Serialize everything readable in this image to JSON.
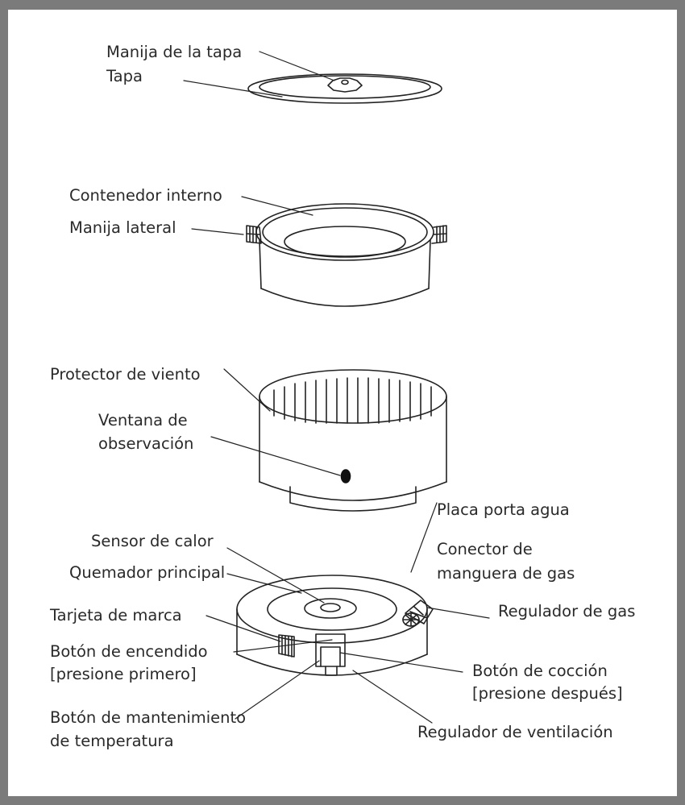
{
  "colors": {
    "frame": "#7b7b7b",
    "background": "#ffffff",
    "ink": "#2a2a2a"
  },
  "labels": {
    "lid_handle": "Manija de la tapa",
    "lid": "Tapa",
    "inner_container": "Contenedor interno",
    "side_handle": "Manija lateral",
    "wind_protector": "Protector de viento",
    "observation_window": [
      "Ventana de",
      "observación"
    ],
    "water_plate": "Placa porta agua",
    "heat_sensor": "Sensor de calor",
    "gas_hose_connector": [
      "Conector de",
      "manguera de gas"
    ],
    "main_burner": "Quemador principal",
    "brand_card": "Tarjeta de marca",
    "gas_regulator": "Regulador de gas",
    "ignition_button": [
      "Botón de encendido",
      "[presione primero]"
    ],
    "cook_button": [
      "Botón de cocción",
      "[presione después]"
    ],
    "keep_warm_button": [
      "Botón de mantenimiento",
      "de temperatura"
    ],
    "vent_regulator": "Regulador de ventilación"
  }
}
